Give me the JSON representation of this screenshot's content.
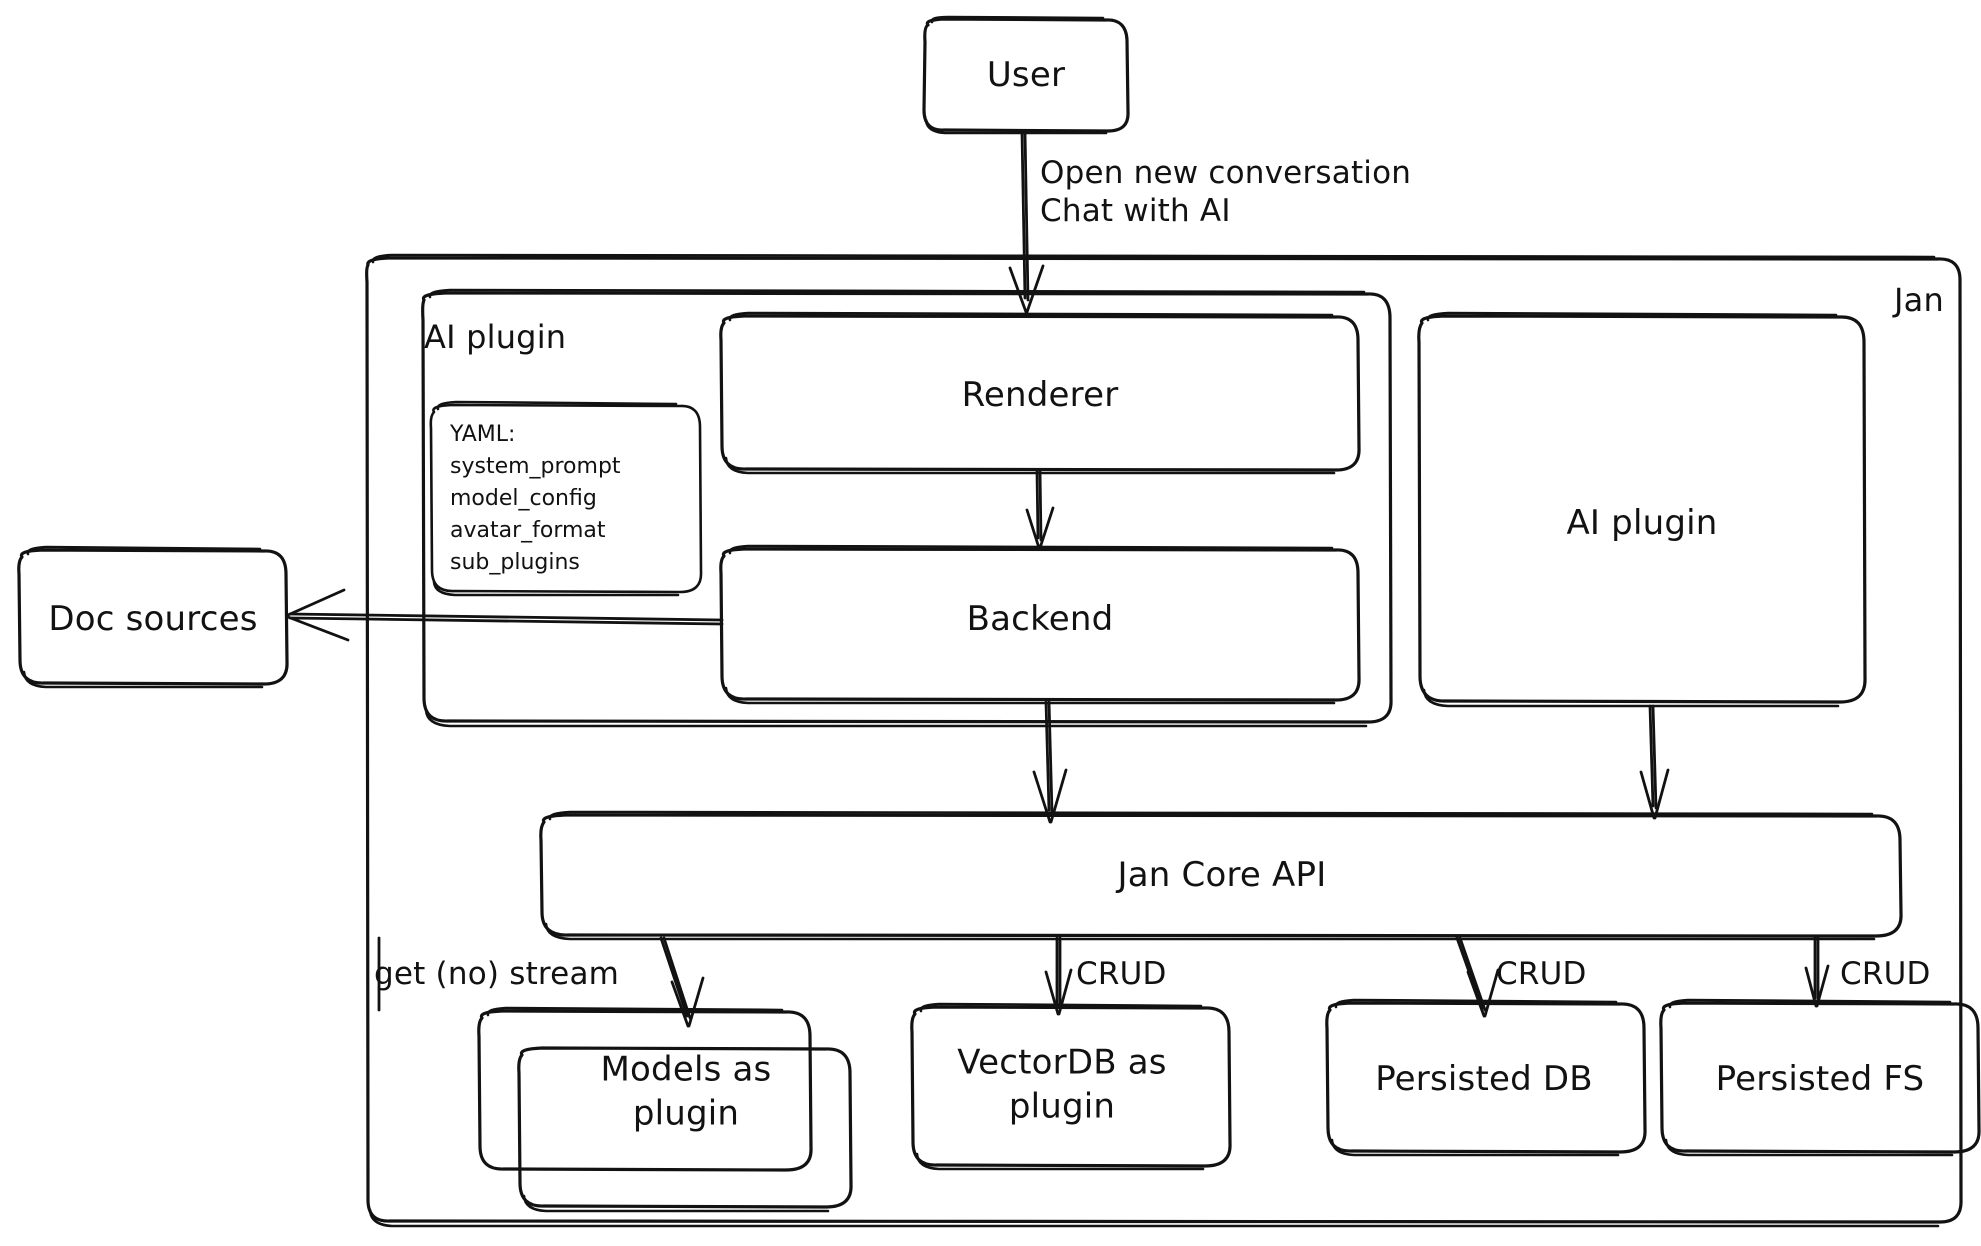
{
  "diagram": {
    "title": "Jan architecture diagram",
    "style": "hand-drawn sketch",
    "stroke_color": "#121212",
    "background_color": "#ffffff"
  },
  "nodes": {
    "user": {
      "label": "User"
    },
    "jan_container": {
      "label": "Jan"
    },
    "ai_plugin_group": {
      "label": "AI plugin"
    },
    "renderer": {
      "label": "Renderer"
    },
    "backend": {
      "label": "Backend"
    },
    "ai_plugin_box": {
      "label": "AI plugin"
    },
    "jan_core_api": {
      "label": "Jan Core API"
    },
    "doc_sources": {
      "label": "Doc sources"
    },
    "models_plugin": {
      "label": "Models as\nplugin",
      "line1": "Models as",
      "line2": "plugin",
      "stacked": true
    },
    "vectordb_plugin": {
      "label": "VectorDB as\nplugin",
      "line1": "VectorDB as",
      "line2": "plugin"
    },
    "persisted_db": {
      "label": "Persisted DB"
    },
    "persisted_fs": {
      "label": "Persisted FS"
    }
  },
  "yaml_note": {
    "header": "YAML:",
    "items": [
      "system_prompt",
      "model_config",
      "avatar_format",
      "sub_plugins"
    ]
  },
  "edges": [
    {
      "from": "user",
      "to": "renderer",
      "line1": "Open new conversation",
      "line2": "Chat with AI"
    },
    {
      "from": "renderer",
      "to": "backend",
      "label": ""
    },
    {
      "from": "backend",
      "to": "doc_sources",
      "label": ""
    },
    {
      "from": "backend",
      "to": "jan_core_api",
      "label": ""
    },
    {
      "from": "ai_plugin_box",
      "to": "jan_core_api",
      "label": ""
    },
    {
      "from": "jan_core_api",
      "to": "models_plugin",
      "label": "get (no) stream"
    },
    {
      "from": "jan_core_api",
      "to": "vectordb_plugin",
      "label": "CRUD"
    },
    {
      "from": "jan_core_api",
      "to": "persisted_db",
      "label": "CRUD"
    },
    {
      "from": "jan_core_api",
      "to": "persisted_fs",
      "label": "CRUD"
    }
  ],
  "edge_labels": {
    "user_to_renderer_l1": "Open new conversation",
    "user_to_renderer_l2": "Chat with AI",
    "get_no_stream": "get (no) stream",
    "crud_1": "CRUD",
    "crud_2": "CRUD",
    "crud_3": "CRUD"
  }
}
